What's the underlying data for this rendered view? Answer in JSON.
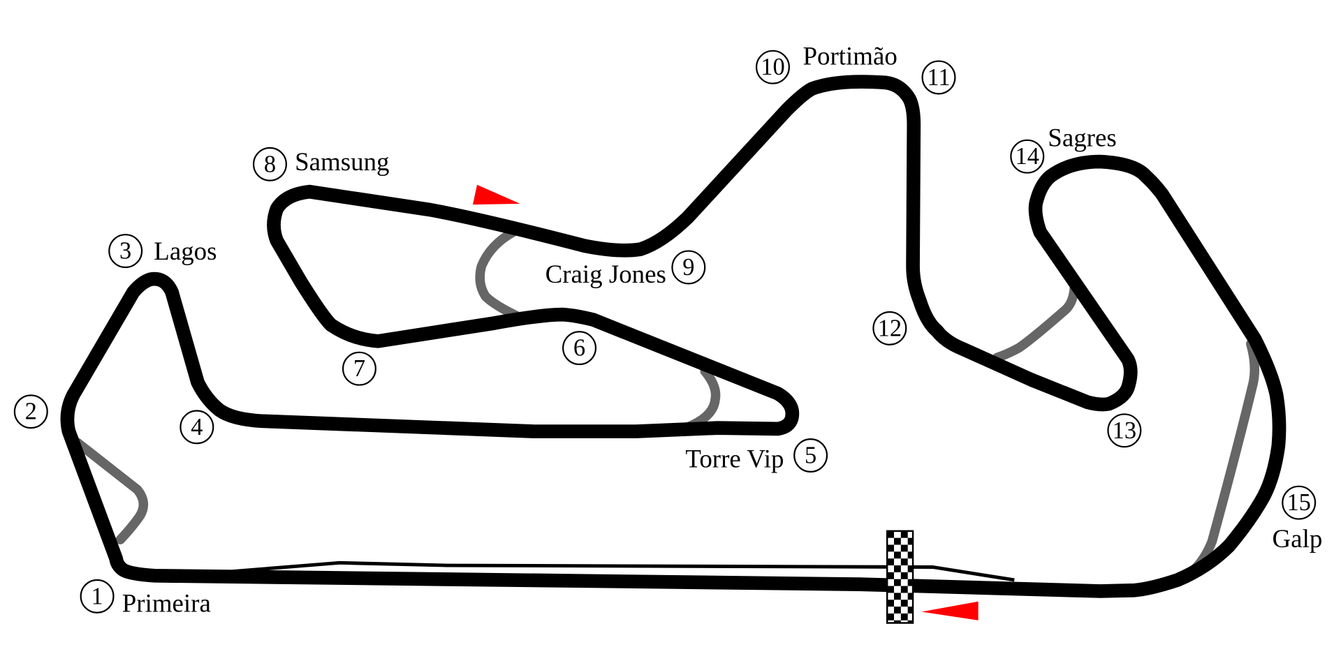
{
  "diagram": {
    "title": "Autódromo Internacional do Algarve layout",
    "colors": {
      "track": "#000000",
      "alternate": "#666666",
      "arrow": "#ff0000"
    },
    "corners": [
      {
        "number": "1",
        "name": "Primeira"
      },
      {
        "number": "2",
        "name": ""
      },
      {
        "number": "3",
        "name": "Lagos"
      },
      {
        "number": "4",
        "name": ""
      },
      {
        "number": "5",
        "name": "Torre Vip"
      },
      {
        "number": "6",
        "name": ""
      },
      {
        "number": "7",
        "name": ""
      },
      {
        "number": "8",
        "name": "Samsung"
      },
      {
        "number": "9",
        "name": "Craig Jones"
      },
      {
        "number": "10",
        "name": "Portimão"
      },
      {
        "number": "11",
        "name": ""
      },
      {
        "number": "12",
        "name": ""
      },
      {
        "number": "13",
        "name": ""
      },
      {
        "number": "14",
        "name": "Sagres"
      },
      {
        "number": "15",
        "name": "Galp"
      }
    ]
  }
}
